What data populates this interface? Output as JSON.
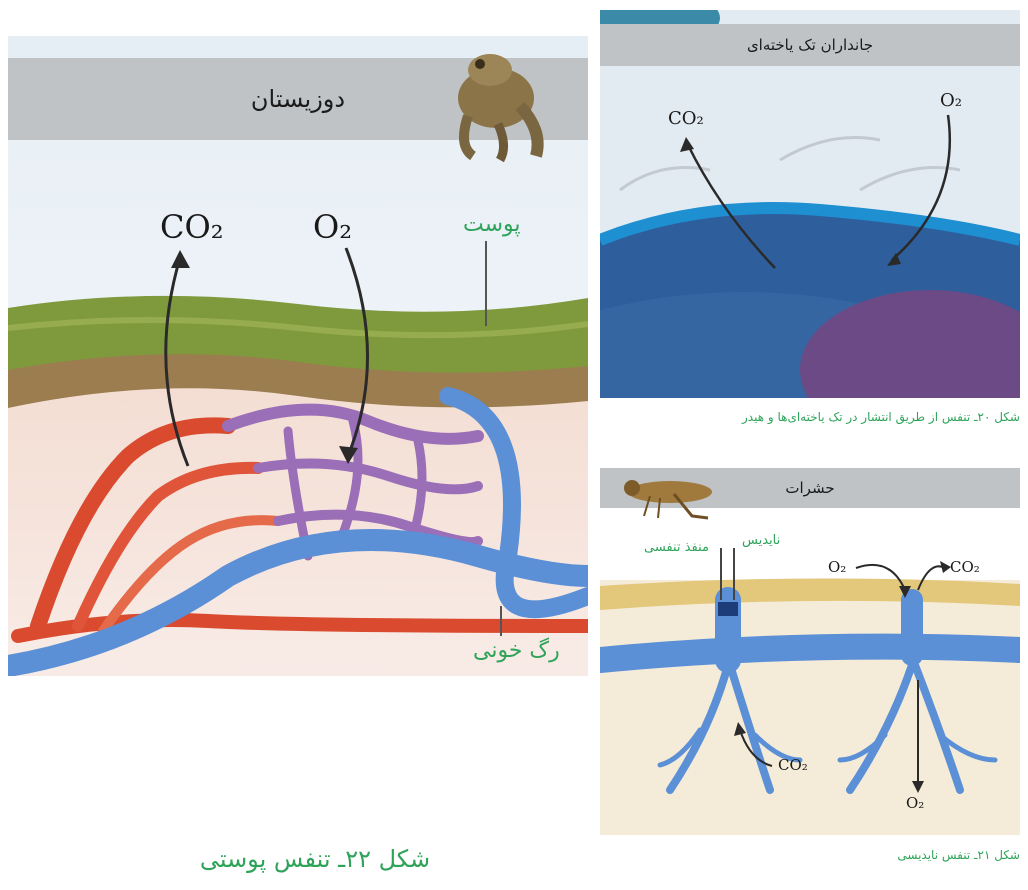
{
  "amphibian": {
    "header": "دوزیستان",
    "co2": "CO₂",
    "o2": "O₂",
    "skin_label": "پوست",
    "vessel_label": "رگ خونی",
    "caption": "شکل ۲۲ـ تنفس پوستی"
  },
  "unicellular": {
    "header": "جانداران تک یاخته‌ای",
    "co2": "CO₂",
    "o2": "O₂",
    "caption": "شکل ۲۰ـ تنفس از طریق انتشار در تک یاخته‌ای‌ها و هیدر"
  },
  "insects": {
    "header": "حشرات",
    "trachea_label": "نایدیس",
    "spiracle_label": "منفذ تنفسی",
    "o2_top": "O₂",
    "co2_top": "CO₂",
    "co2_bottom": "CO₂",
    "o2_bottom": "O₂",
    "caption": "شکل ۲۱ـ تنفس نایدیسی"
  },
  "colors": {
    "header_gray": "#bfc3c6",
    "label_green": "#2fa35a",
    "artery_red": "#d94a2e",
    "vein_blue": "#5b8fd6",
    "capillary_purple": "#9a6fb8"
  }
}
